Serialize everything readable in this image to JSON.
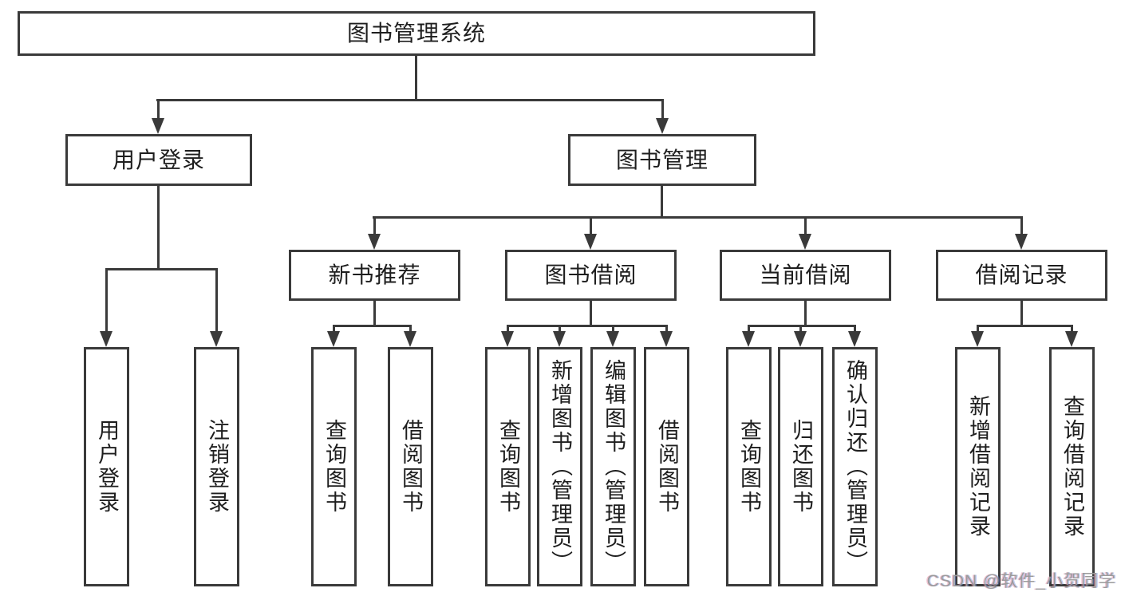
{
  "diagram": {
    "root": {
      "label": "图书管理系统"
    },
    "level2": {
      "user_login": {
        "label": "用户登录"
      },
      "book_mgmt": {
        "label": "图书管理"
      }
    },
    "level3": {
      "new_book_rec": {
        "label": "新书推荐"
      },
      "book_borrow": {
        "label": "图书借阅"
      },
      "current_borrow": {
        "label": "当前借阅"
      },
      "borrow_record": {
        "label": "借阅记录"
      }
    },
    "leaves": {
      "user_login_login": {
        "label": "用户登录"
      },
      "user_login_logout": {
        "label": "注销登录"
      },
      "new_book_query": {
        "label": "查询图书"
      },
      "new_book_borrow": {
        "label": "借阅图书"
      },
      "borrow_query": {
        "label": "查询图书"
      },
      "borrow_add": {
        "label": "新增图书（管理员）"
      },
      "borrow_edit": {
        "label": "编辑图书（管理员）"
      },
      "borrow_borrow": {
        "label": "借阅图书"
      },
      "current_query": {
        "label": "查询图书"
      },
      "current_return": {
        "label": "归还图书"
      },
      "current_confirm": {
        "label": "确认归还（管理员）"
      },
      "record_add": {
        "label": "新增借阅记录"
      },
      "record_query": {
        "label": "查询借阅记录"
      }
    },
    "watermark": "CSDN @软件_小贺同学",
    "colors": {
      "line": "#3a3a3a",
      "text": "#1e1e1e",
      "background": "#ffffff",
      "watermark": "#9b9b9b"
    }
  }
}
